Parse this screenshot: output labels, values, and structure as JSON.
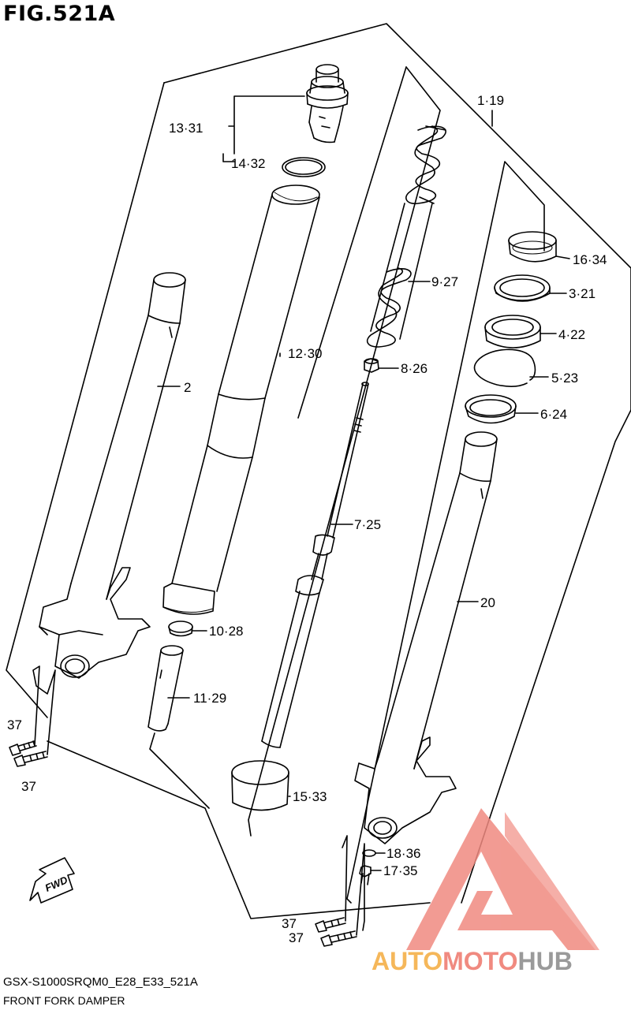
{
  "figure": {
    "title": "FIG.521A",
    "model_code": "GSX-S1000SRQM0_E28_E33_521A",
    "caption": "FRONT FORK DAMPER"
  },
  "parts": [
    {
      "id": "p-13-31",
      "label": "13·31"
    },
    {
      "id": "p-14-32",
      "label": "14·32"
    },
    {
      "id": "p-12-30",
      "label": "12·30"
    },
    {
      "id": "p-2",
      "label": "2"
    },
    {
      "id": "p-10-28",
      "label": "10·28"
    },
    {
      "id": "p-11-29",
      "label": "11·29"
    },
    {
      "id": "p-37a",
      "label": "37"
    },
    {
      "id": "p-37b",
      "label": "37"
    },
    {
      "id": "p-9-27",
      "label": "9·27"
    },
    {
      "id": "p-8-26",
      "label": "8·26"
    },
    {
      "id": "p-7-25",
      "label": "7·25"
    },
    {
      "id": "p-15-33",
      "label": "15·33"
    },
    {
      "id": "p-1-19",
      "label": "1·19"
    },
    {
      "id": "p-16-34",
      "label": "16·34"
    },
    {
      "id": "p-3-21",
      "label": "3·21"
    },
    {
      "id": "p-4-22",
      "label": "4·22"
    },
    {
      "id": "p-5-23",
      "label": "5·23"
    },
    {
      "id": "p-6-24",
      "label": "6·24"
    },
    {
      "id": "p-20",
      "label": "20"
    },
    {
      "id": "p-18-36",
      "label": "18·36"
    },
    {
      "id": "p-17-35",
      "label": "17·35"
    },
    {
      "id": "p-37c",
      "label": "37"
    },
    {
      "id": "p-37d",
      "label": "37"
    }
  ],
  "fwd_arrow": {
    "label": "FWD"
  },
  "watermark": {
    "part1": "AUTO",
    "part2": "MOTO",
    "part3": "HUB",
    "colors": {
      "auto": "#f5b75a",
      "moto": "#f08a80",
      "hub": "#9a9a9a"
    }
  }
}
